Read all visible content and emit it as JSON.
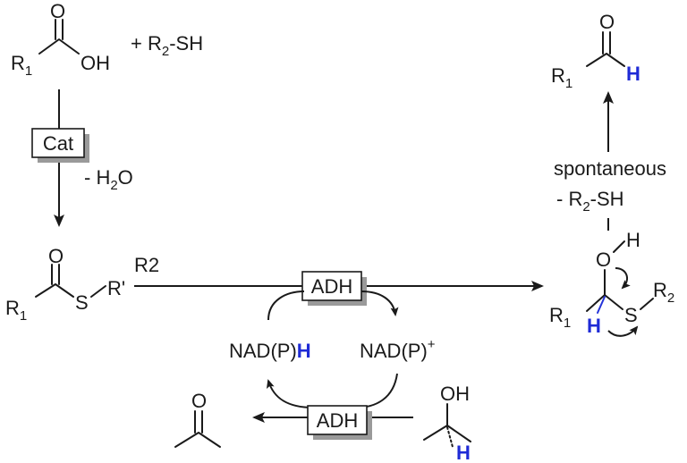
{
  "reactant_acid": {
    "r1": "R",
    "r1_sub": "1",
    "o_top": "O",
    "oh": "OH"
  },
  "reactant_thiol": {
    "plus": "+ R",
    "sub": "2",
    "rest": "-SH"
  },
  "catalyst_box": {
    "label": "Cat"
  },
  "water_loss": {
    "prefix": "- H",
    "sub": "2",
    "rest": "O"
  },
  "thioester": {
    "r1": "R",
    "r1_sub": "1",
    "o_top": "O",
    "s": "S",
    "r_prime": "R'"
  },
  "r2_label": "R2",
  "adh_box_top": {
    "label": "ADH"
  },
  "adh_box_bottom": {
    "label": "ADH"
  },
  "cofactor_reduced": {
    "prefix": "NAD(P)",
    "h": "H"
  },
  "cofactor_oxidized": {
    "prefix": "NAD(P)",
    "sup": "+"
  },
  "hemithioacetal": {
    "o": "O",
    "h_top": "H",
    "r1": "R",
    "r1_sub": "1",
    "h_blue": "H",
    "s": "S",
    "r2": "R",
    "r2_sub": "2"
  },
  "elimination": {
    "label": "spontaneous",
    "loss_prefix": "- R",
    "loss_sub": "2",
    "loss_rest": "-SH"
  },
  "aldehyde": {
    "o": "O",
    "r1": "R",
    "r1_sub": "1",
    "h": "H"
  },
  "isopropanol": {
    "oh": "OH",
    "h": "H"
  },
  "acetone": {
    "o": "O"
  },
  "colors": {
    "ink": "#1a1a1a",
    "hydride_blue": "#1f2bd6",
    "box_shadow": "#9a9a9a"
  }
}
